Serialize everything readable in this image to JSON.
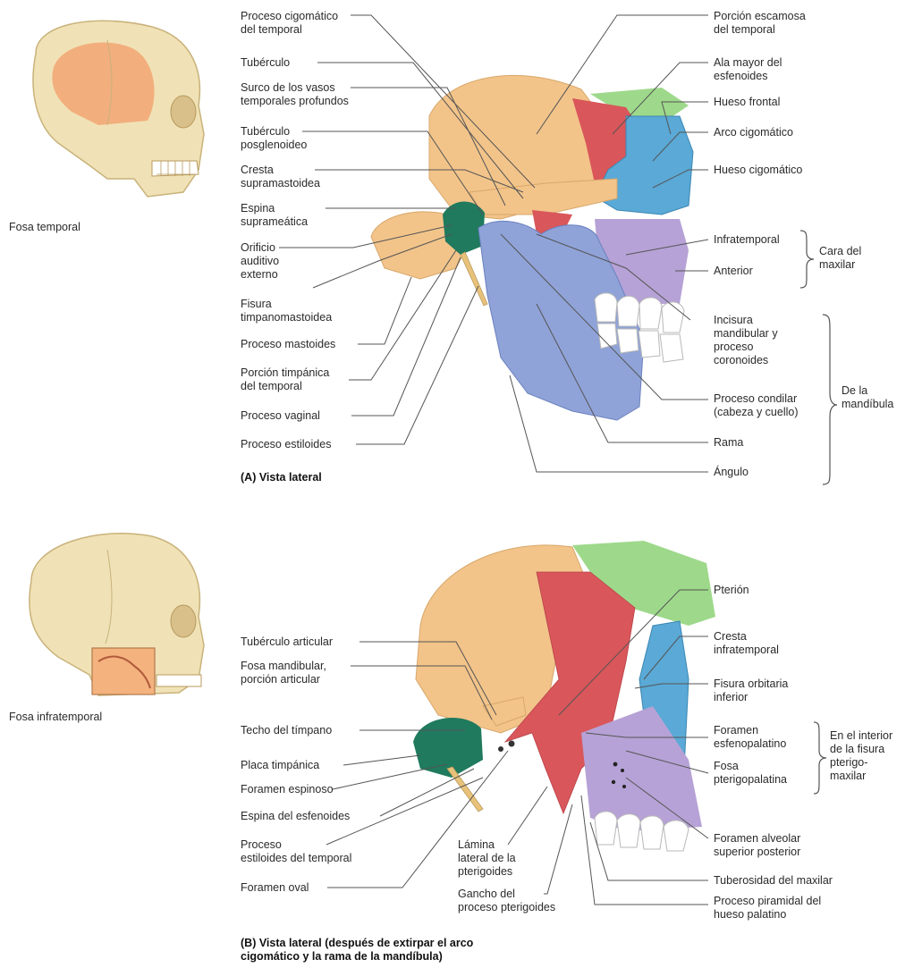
{
  "thumbnails": {
    "top_caption": "Fosa temporal",
    "bottom_caption": "Fosa infratemporal"
  },
  "panel_a": {
    "caption": "(A) Vista lateral",
    "labels_left": [
      "Proceso cigomático\ndel temporal",
      "Tubérculo",
      "Surco de los vasos\ntemporales profundos",
      "Tubérculo\nposglenoideo",
      "Cresta\nsupramastoidea",
      "Espina\nsuprameática",
      "Orificio\nauditivo\nexterno",
      "Fisura\ntimpanomastoidea",
      "Proceso mastoides",
      "Porción timpánica\ndel temporal",
      "Proceso vaginal",
      "Proceso estiloides"
    ],
    "labels_right": [
      "Porción escamosa\ndel temporal",
      "Ala mayor del\nesfenoides",
      "Hueso frontal",
      "Arco cigomático",
      "Hueso cigomático",
      "Infratemporal",
      "Anterior",
      "Incisura\nmandibular y\nproceso\ncoronoides",
      "Proceso condilar\n(cabeza y cuello)",
      "Rama",
      "Ángulo"
    ],
    "group_maxilar": "Cara del\nmaxilar",
    "group_mandibula": "De la\nmandíbula"
  },
  "panel_b": {
    "caption": "(B) Vista lateral (después de extirpar el arco\n     cigomático y la rama de la mandíbula)",
    "labels_left": [
      "Tubérculo articular",
      "Fosa mandibular,\nporción articular",
      "Techo del tímpano",
      "Placa timpánica",
      "Foramen espinoso",
      "Espina del esfenoides",
      "Proceso\nestiloides del temporal",
      "Foramen oval"
    ],
    "labels_center": [
      "Lámina\nlateral de la\npterigoides",
      "Gancho del\nproceso pterigoides"
    ],
    "labels_right": [
      "Pterión",
      "Cresta\ninfratemporal",
      "Fisura orbitaria\ninferior",
      "Foramen\nesfenopalatino",
      "Fosa\npterigopalatina",
      "Foramen alveolar\nsuperior posterior",
      "Tuberosidad del maxilar",
      "Proceso piramidal del\nhueso palatino"
    ],
    "group_fisura": "En el interior\nde la fisura\npterigo-\nmaxilar"
  },
  "colors": {
    "temporal": "#f2c48a",
    "sphenoid": "#d9565a",
    "frontal": "#9ed98b",
    "zygomatic": "#5aa9d6",
    "mandible": "#8fa3d8",
    "maxilla": "#b6a2d6",
    "tympanic": "#1f7a5e",
    "skull": "#f0e2b6"
  }
}
